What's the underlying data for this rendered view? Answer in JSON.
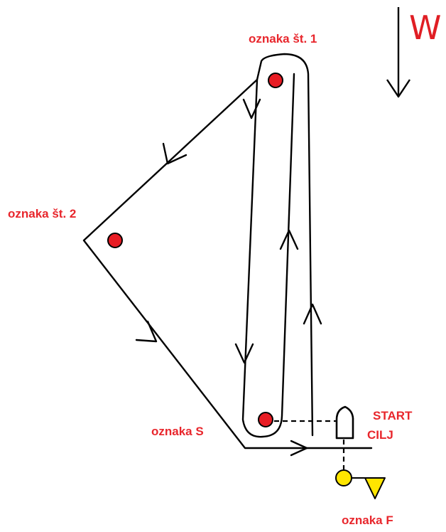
{
  "wind": {
    "label": "W"
  },
  "marks": {
    "mark1": {
      "label": "oznaka št. 1",
      "color": "#e81c24"
    },
    "mark2": {
      "label": "oznaka št. 2",
      "color": "#e81c24"
    },
    "markS": {
      "label": "oznaka S",
      "color": "#e81c24"
    },
    "markF": {
      "label": "oznaka F",
      "color": "#ffe600",
      "flag_color": "#ffe600"
    }
  },
  "start_finish": {
    "start_label": "START",
    "finish_label": "CILJ"
  },
  "colors": {
    "label": "#e8262c",
    "line": "#000000"
  }
}
